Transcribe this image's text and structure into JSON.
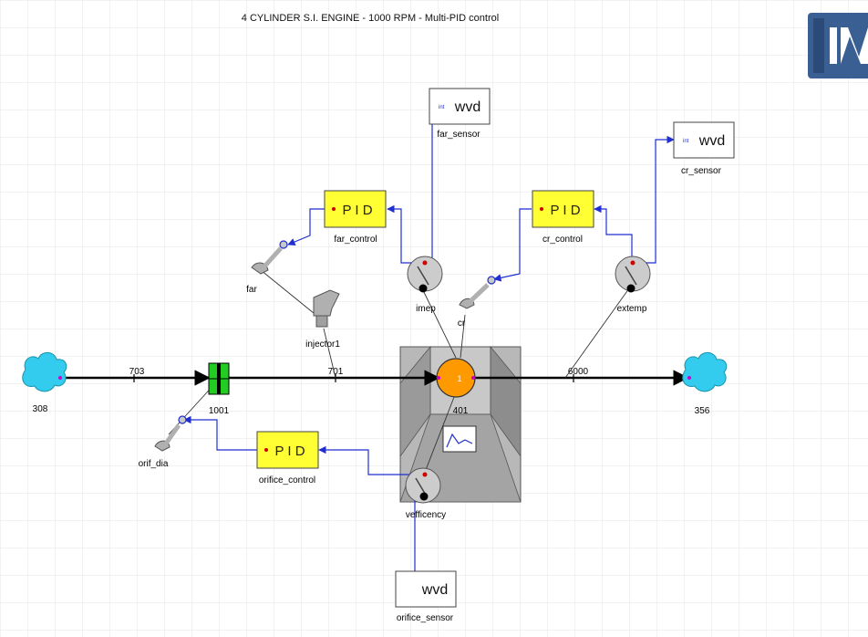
{
  "title": "4 CYLINDER S.I. ENGINE - 1000 RPM - Multi-PID control",
  "colors": {
    "grid": "#e4e4e4",
    "signal_wire": "#1f2fd0",
    "pipe": "#000000",
    "pid_fill": "#ffff33",
    "ambient": "#33ccee",
    "cylinder": "#ff9900",
    "junction": "#22cc22",
    "engine_body": "#b0b0b0",
    "logo": "#3a5f93"
  },
  "labels": {
    "pipe_left": "703",
    "pipe_mid": "701",
    "pipe_right": "6000",
    "amb_left": "308",
    "amb_right": "356",
    "junction": "1001",
    "cylinder": "401",
    "cylinder_num": "1",
    "injector": "injector1",
    "far_actuator": "far",
    "cr_actuator": "cr",
    "orif_actuator": "orif_dia",
    "far_pid": "far_control",
    "cr_pid": "cr_control",
    "orifice_pid": "orifice_control",
    "imep": "imep",
    "extemp": "extemp",
    "vefficency": "vefficency",
    "far_sensor": "far_sensor",
    "cr_sensor": "cr_sensor",
    "orifice_sensor": "orifice_sensor"
  },
  "pid_text": "P I D",
  "wvd_text": "wvd",
  "int_tag": "int"
}
